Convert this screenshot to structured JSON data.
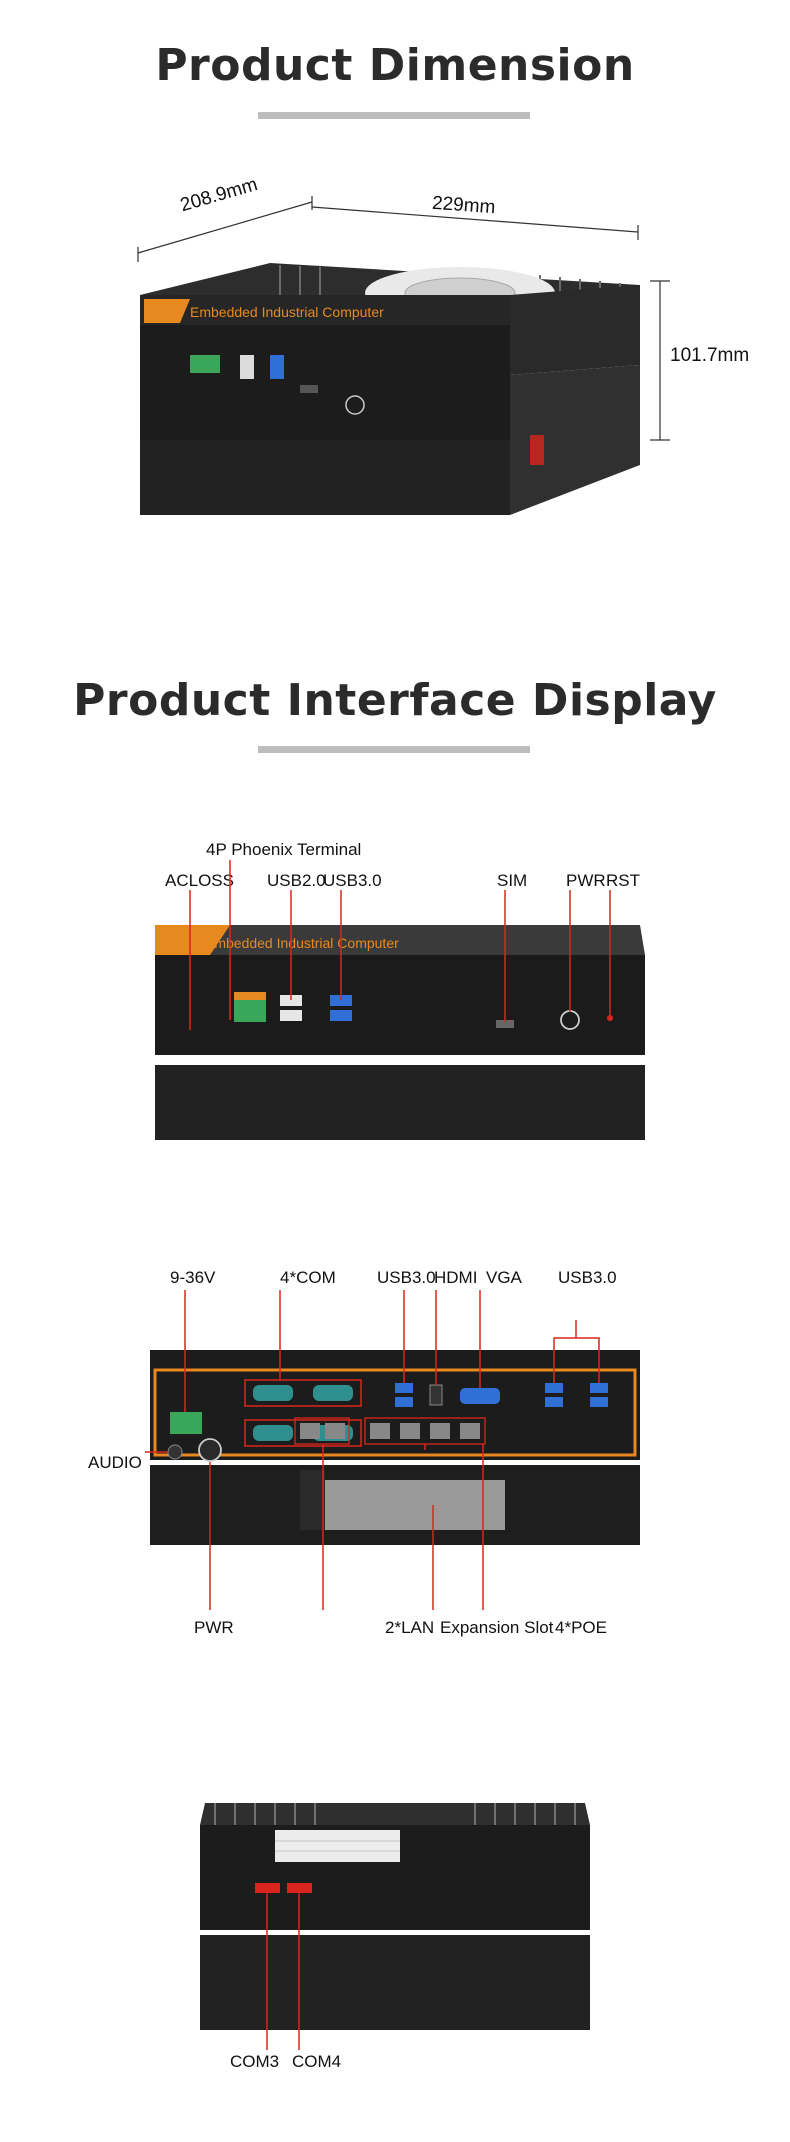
{
  "section_dimension": {
    "title": "Product Dimension",
    "width_label": "208.9mm",
    "depth_label": "229mm",
    "height_label": "101.7mm",
    "brand_text": "Embedded Industrial Computer"
  },
  "section_interface": {
    "title": "Product Interface Display"
  },
  "front_view": {
    "labels": {
      "phoenix": "4P Phoenix Terminal",
      "acloss": "ACLOSS",
      "usb20": "USB2.0",
      "usb30": "USB3.0",
      "sim": "SIM",
      "pwr": "PWR",
      "rst": "RST"
    }
  },
  "rear_view": {
    "labels": {
      "dc": "9-36V",
      "com": "4*COM",
      "usb30_a": "USB3.0",
      "hdmi": "HDMI",
      "vga": "VGA",
      "usb30_b": "USB3.0",
      "audio": "AUDIO",
      "pwr": "PWR",
      "lan": "2*LAN",
      "expansion": "Expansion Slot",
      "poe": "4*POE"
    }
  },
  "side_view": {
    "labels": {
      "com3": "COM3",
      "com4": "COM4"
    }
  },
  "colors": {
    "accent_orange": "#e8891f",
    "callout_red": "#d9261c",
    "chassis_black": "#1c1c1c",
    "heading_gray": "#2b2b2b",
    "underline_gray": "#bdbdbd"
  }
}
